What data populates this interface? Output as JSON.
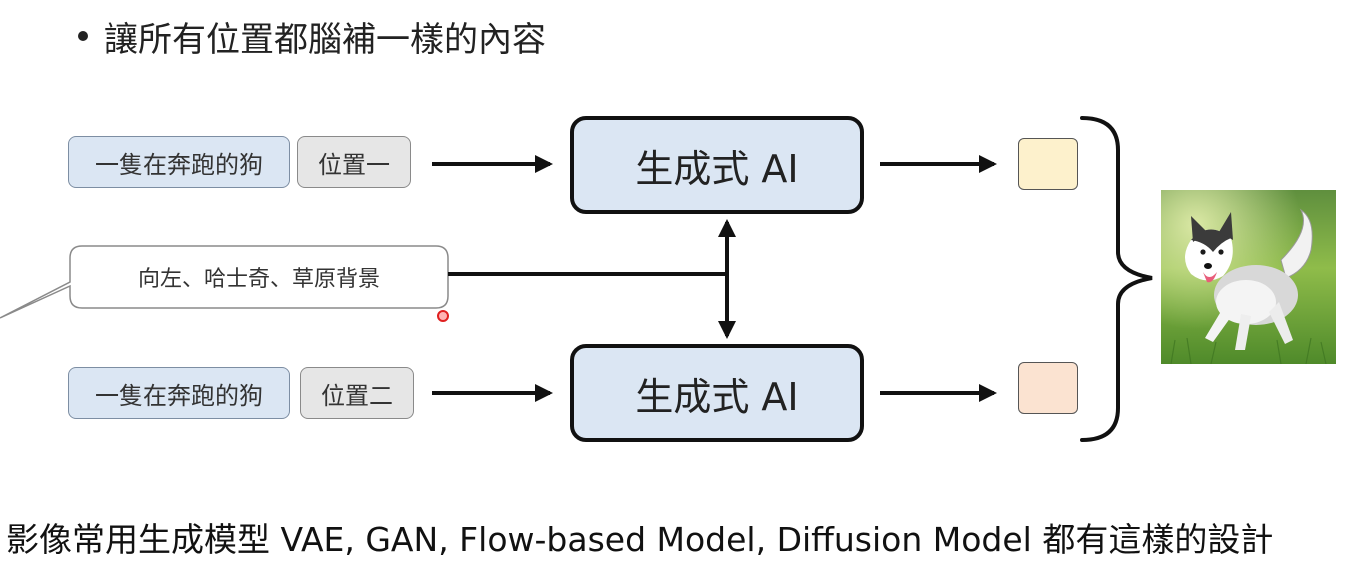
{
  "heading": {
    "text": "讓所有位置都腦補一樣的內容"
  },
  "diagram": {
    "row_top": {
      "prompt": "一隻在奔跑的狗",
      "position": "位置一",
      "model": "生成式 AI",
      "output_color": "#fdf1cc"
    },
    "shared_bubble": {
      "text": "向左、哈士奇、草原背景"
    },
    "row_bottom": {
      "prompt": "一隻在奔跑的狗",
      "position": "位置二",
      "model": "生成式 AI",
      "output_color": "#fbe3d1"
    },
    "result_image": {
      "icon": "husky-running-image"
    },
    "colors": {
      "prompt_fill": "#dbe6f3",
      "position_fill": "#e6e6e6",
      "model_fill": "#dbe6f3",
      "line": "#111111"
    }
  },
  "caption": {
    "text": "影像常用生成模型 VAE, GAN, Flow-based Model, Diffusion Model 都有這樣的設計"
  }
}
